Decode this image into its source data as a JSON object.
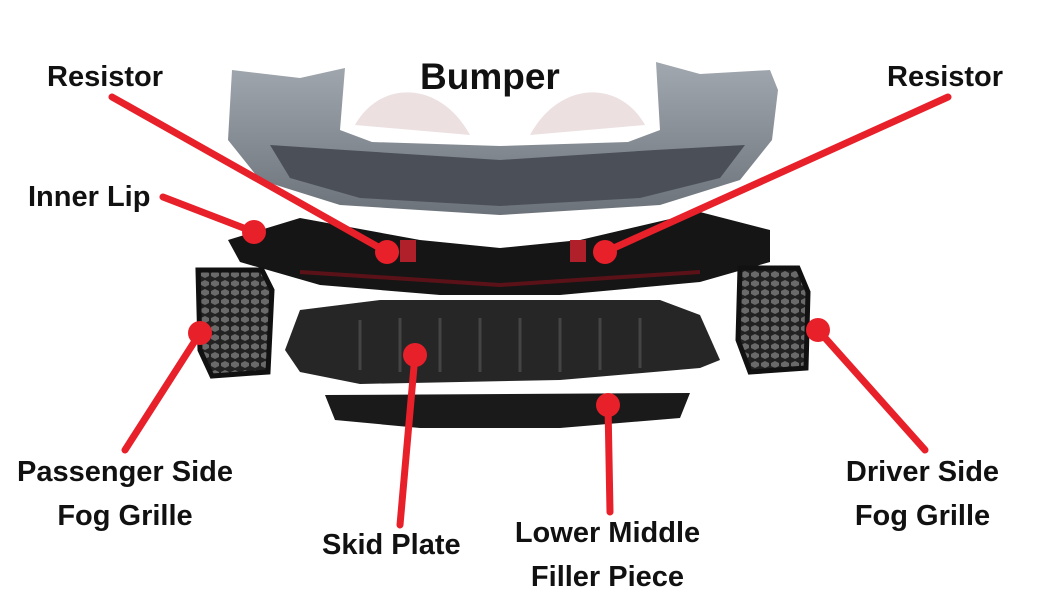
{
  "title": "Bumper",
  "labels": {
    "resistor_left": "Resistor",
    "resistor_right": "Resistor",
    "inner_lip": "Inner Lip",
    "passenger_grille_line1": "Passenger Side",
    "passenger_grille_line2": "Fog Grille",
    "skid_plate": "Skid Plate",
    "filler_line1": "Lower Middle",
    "filler_line2": "Filler Piece",
    "driver_grille_line1": "Driver Side",
    "driver_grille_line2": "Fog Grille"
  },
  "colors": {
    "callout": "#e8202a",
    "bumper": "#8a9098",
    "parts": "#151515"
  }
}
